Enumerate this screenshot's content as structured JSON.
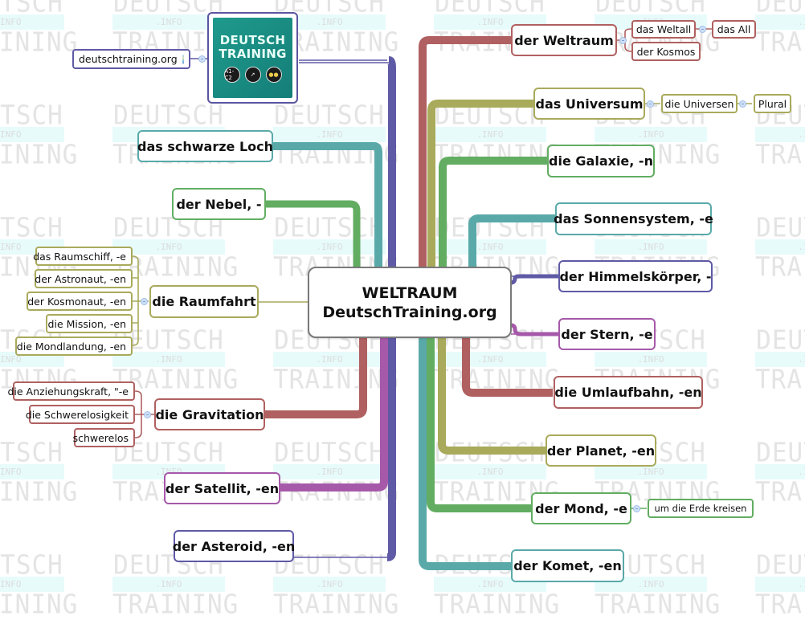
{
  "watermark": {
    "line1": "DEUTSCH",
    "line2": ".INFO",
    "line3": "TRAINING"
  },
  "colors": {
    "red": "#b06060",
    "olive": "#a9aa5b",
    "green": "#62ad62",
    "teal": "#5aa9a9",
    "purple": "#5f5aa6",
    "magenta": "#a659a9",
    "collapse": "#cfe0f7"
  },
  "center": {
    "line1": "WELTRAUM",
    "line2": "DeutschTraining.org"
  },
  "logo": {
    "line1": "DEUTSCH",
    "line2": "TRAINING",
    "icons": [
      "A1-C2",
      "chart-icon",
      "group-icon"
    ],
    "link_label": "deutschtraining.org"
  },
  "left": {
    "schwarze_loch": "das schwarze Loch",
    "nebel": "der Nebel, -",
    "raumfahrt": {
      "label": "die Raumfahrt",
      "children": [
        "das Raumschiff, -e",
        "der Astronaut, -en",
        "der Kosmonaut, -en",
        "die Mission, -en",
        "die Mondlandung, -en"
      ]
    },
    "gravitation": {
      "label": "die Gravitation",
      "children": [
        "die Anziehungskraft, \"-e",
        "die Schwerelosigkeit",
        "schwerelos"
      ]
    },
    "satellit": "der Satellit, -en",
    "asteroid": "der Asteroid, -en"
  },
  "right": {
    "weltraum": {
      "label": "der Weltraum",
      "children": [
        "das Weltall",
        "der Kosmos"
      ],
      "grandchild": "das All"
    },
    "universum": {
      "label": "das Universum",
      "child": "die Universen",
      "grandchild": "Plural"
    },
    "galaxie": "die Galaxie, -n",
    "sonnensystem": "das Sonnensystem, -e",
    "himmelskoerper": "der Himmelskörper, -",
    "stern": "der Stern, -e",
    "umlaufbahn": "die Umlaufbahn, -en",
    "planet": "der Planet, -en",
    "mond": {
      "label": "der Mond, -e",
      "child": "um die Erde kreisen"
    },
    "komet": "der Komet, -en"
  }
}
